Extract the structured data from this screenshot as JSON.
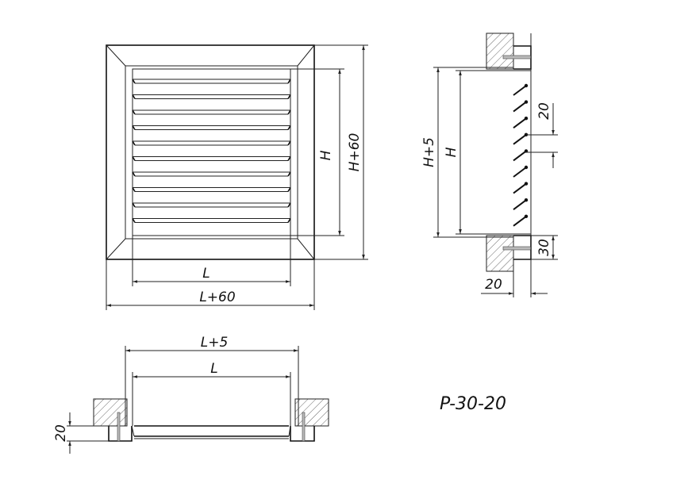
{
  "front_view": {
    "dim_h": "H",
    "dim_h60": "H+60",
    "dim_l": "L",
    "dim_l60": "L+60",
    "louver_count": 10
  },
  "side_view": {
    "dim_h5": "H+5",
    "dim_h": "H",
    "dim_pitch": "20",
    "dim_frame": "30",
    "dim_depth": "20",
    "louver_count": 9
  },
  "plan_view": {
    "dim_l5": "L+5",
    "dim_l": "L",
    "dim_depth": "20"
  },
  "model_label": "P-30-20"
}
